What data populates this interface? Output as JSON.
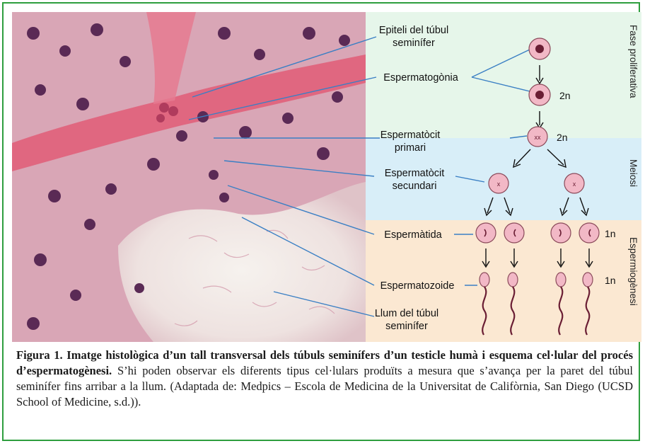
{
  "labels": {
    "epiteli": [
      "Epiteli del túbul",
      "seminífer"
    ],
    "espermatogonia": "Espermatogònia",
    "espermatocit_primari": [
      "Espermatòcit",
      "primari"
    ],
    "espermatocit_secundari": [
      "Espermatòcit",
      "secundari"
    ],
    "espermatida": "Espermàtida",
    "espermatozoide": "Espermatozoide",
    "llum": [
      "Llum del túbul",
      "seminífer"
    ]
  },
  "ploidy": {
    "2n_a": "2n",
    "2n_b": "2n",
    "1n_a": "1n",
    "1n_b": "1n"
  },
  "phases": {
    "proliferativa": "Fase proliferativa",
    "meiosi": "Meiosi",
    "espermiogenesi": "Espermiogènesi"
  },
  "phase_colors": {
    "proliferativa": "#e6f6ea",
    "meiosi": "#d8eef8",
    "espermiogenesi": "#fbe8d2"
  },
  "cell_color": "#f2b8c6",
  "caption": {
    "bold": "Figura 1. Imatge histològica d’un tall transversal dels túbuls seminífers d’un testicle humà i esquema cel·lular del procés d’espermatogènesi.",
    "text": " S’hi poden observar els diferents tipus cel·lulars produïts a mesura que s’avança per la paret del túbul seminífer fins arribar a la llum. (Adaptada de: Medpics – Escola de Medicina de la Universitat de Califòrnia, San Diego (UCSD School of Medicine, s.d.))."
  }
}
